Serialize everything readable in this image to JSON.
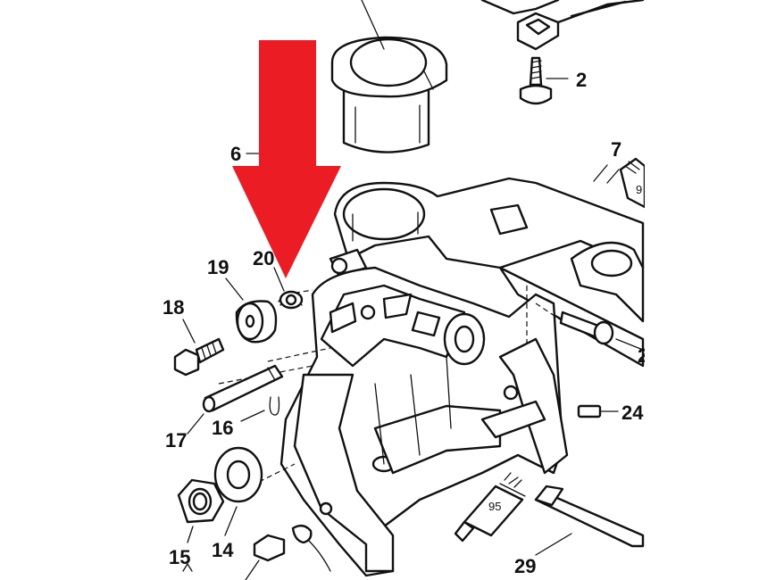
{
  "callouts": {
    "c2": "2",
    "c6": "6",
    "c7": "7",
    "c9": "9",
    "c14": "14",
    "c15": "15",
    "c16": "16",
    "c17": "17",
    "c18": "18",
    "c19": "19",
    "c20": "20",
    "c22": "2",
    "c24": "24",
    "c29": "29",
    "c95": "95"
  },
  "arrow": {
    "color": "#ec1c24",
    "direction": "down"
  }
}
